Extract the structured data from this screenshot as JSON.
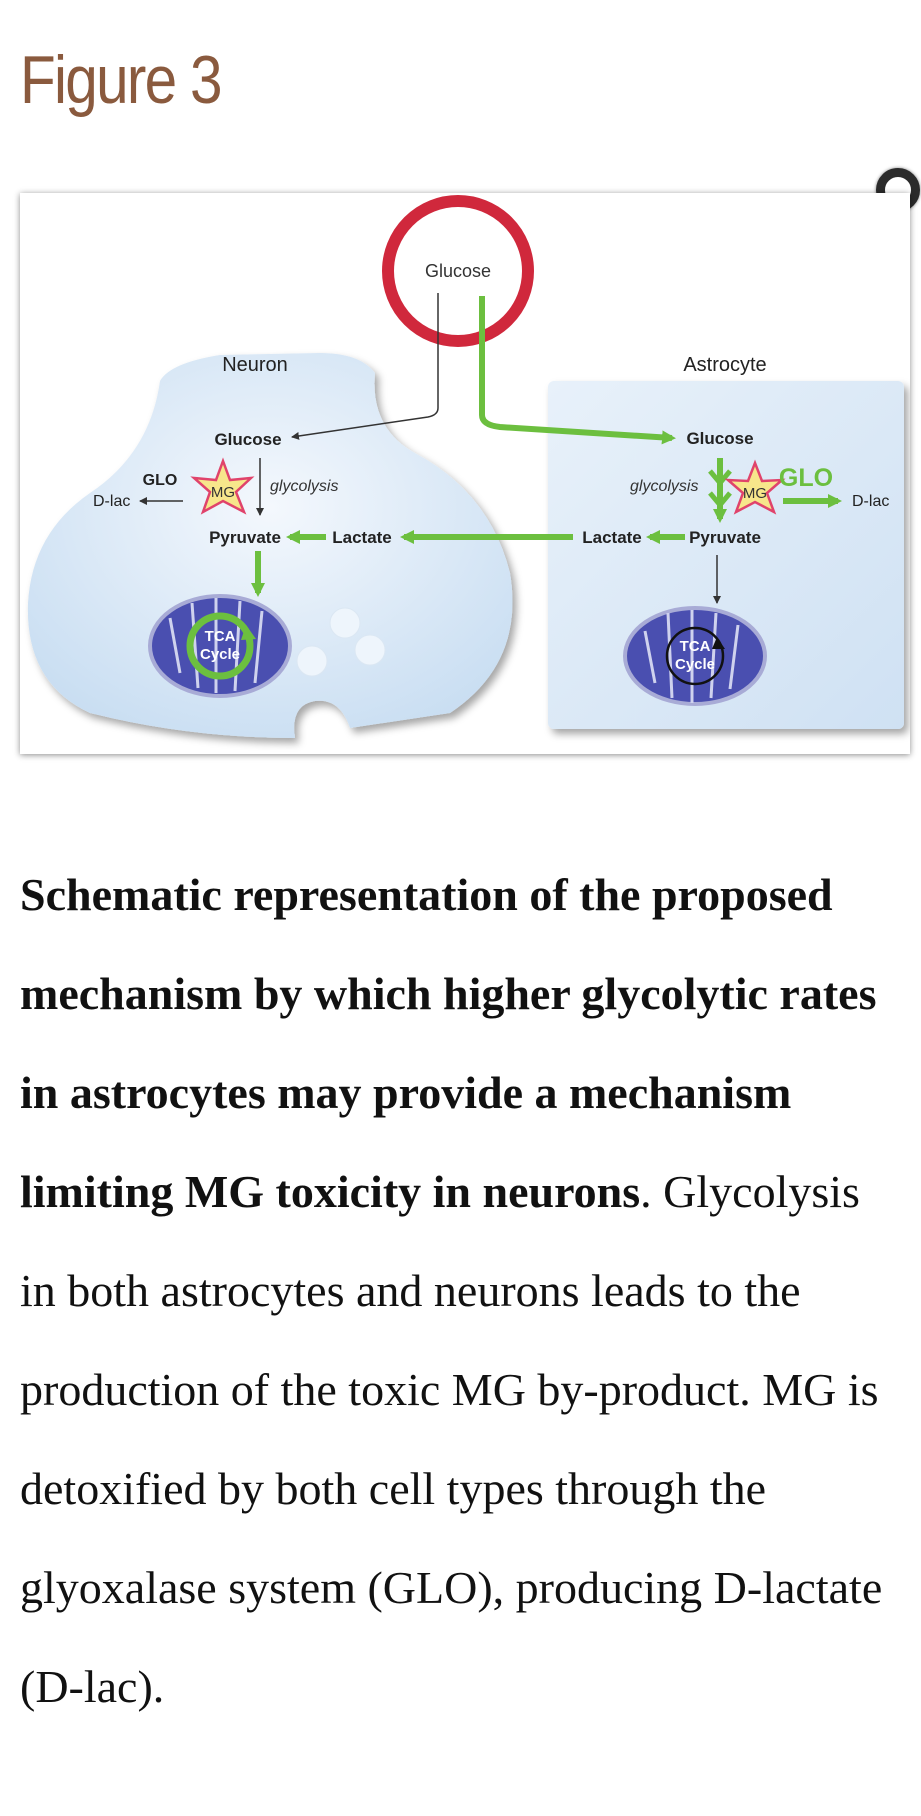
{
  "page": {
    "figure_title": "Figure 3",
    "caption_bold": "Schematic representation of the proposed mechanism by which higher glycolytic rates in astrocytes may provide a mechanism limiting MG toxicity in neurons",
    "caption_rest": ". Glycolysis in both astrocytes and neurons leads to the production of the toxic MG by-product. MG is detoxified by both cell types through the glyoxalase system (GLO), producing D-lactate (D-lac)."
  },
  "diagram": {
    "glucose_source": "Glucose",
    "neuron": {
      "label": "Neuron",
      "glucose": "Glucose",
      "glo": "GLO",
      "dlac": "D-lac",
      "mg": "MG",
      "glycolysis": "glycolysis",
      "pyruvate": "Pyruvate",
      "lactate": "Lactate",
      "tca_line1": "TCA",
      "tca_line2": "Cycle"
    },
    "astrocyte": {
      "label": "Astrocyte",
      "glucose": "Glucose",
      "glycolysis": "glycolysis",
      "mg": "MG",
      "glo": "GLO",
      "dlac": "D-lac",
      "lactate": "Lactate",
      "pyruvate": "Pyruvate",
      "tca_line1": "TCA",
      "tca_line2": "Cycle"
    },
    "colors": {
      "glucose_ring": "#d0283c",
      "green_flux": "#6cbf3f",
      "cell_fill": "#d8e8f6",
      "mito_fill": "#4a4fb0",
      "star_fill": "#f7e68b",
      "star_stroke": "#e0436b",
      "title_brown": "#8a5a3e"
    }
  }
}
